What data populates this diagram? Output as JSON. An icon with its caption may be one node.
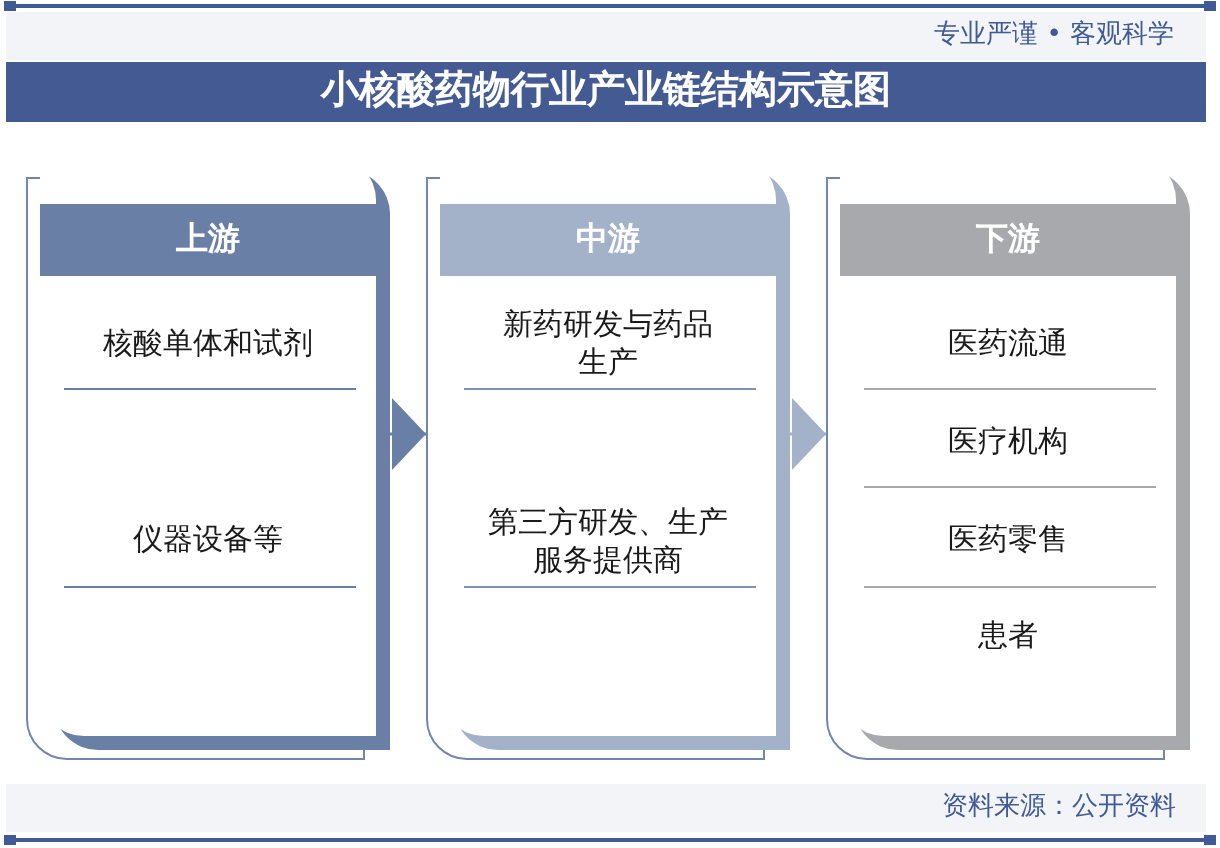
{
  "diagram": {
    "title": "小核酸药物行业产业链结构示意图",
    "nodes": [
      {
        "text": [
          "上游",
          "核酸单体和试剂",
          "仪器设备等"
        ]
      },
      {
        "text": [
          "中游",
          "新药研发与药品生产",
          "第三方研发、生产服务提供商"
        ]
      },
      {
        "text": [
          "下游",
          "医药流通",
          "医疗机构",
          "医药零售",
          "患者"
        ]
      }
    ],
    "edges": [
      {
        "from": 0,
        "to": 1,
        "arrow": "to",
        "color": "#6a7fa6"
      },
      {
        "from": 1,
        "to": 2,
        "arrow": "to",
        "color": "#a3b1c9"
      }
    ],
    "labels": [
      "专业严谨 • 客观科学",
      "资料来源：公开资料"
    ]
  }
}
